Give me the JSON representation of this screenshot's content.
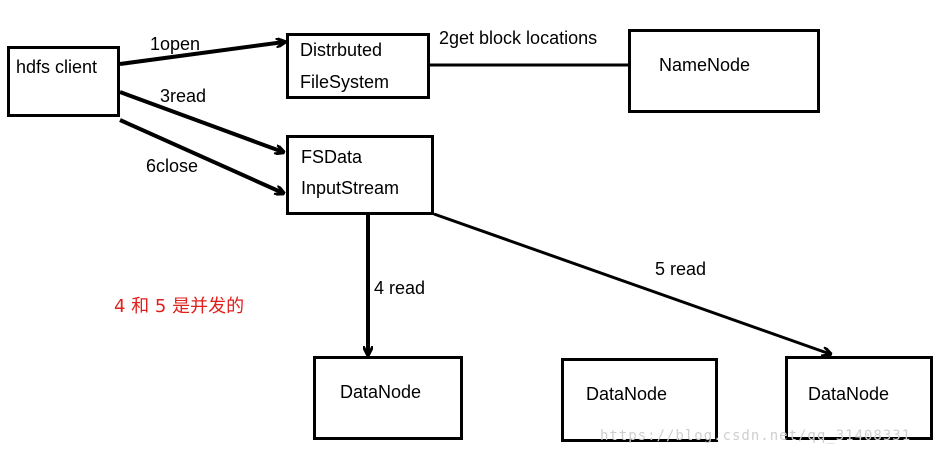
{
  "nodes": {
    "hdfs_client": "hdfs client",
    "dfs_line1": "Distrbuted",
    "dfs_line2": "FileSystem",
    "namenode": "NameNode",
    "fsdis_line1": "FSData",
    "fsdis_line2": "InputStream",
    "datanode1": "DataNode",
    "datanode2": "DataNode",
    "datanode3": "DataNode"
  },
  "edges": {
    "open": "1open",
    "get_block_locations": "2get block locations",
    "read3": "3read",
    "close": "6close",
    "read4": "4 read",
    "read5": "5 read"
  },
  "note": "4 和 5 是并发的",
  "watermark": "https://blog.csdn.net/qq_31408331",
  "colors": {
    "line": "#000000",
    "note": "#e0201c"
  }
}
